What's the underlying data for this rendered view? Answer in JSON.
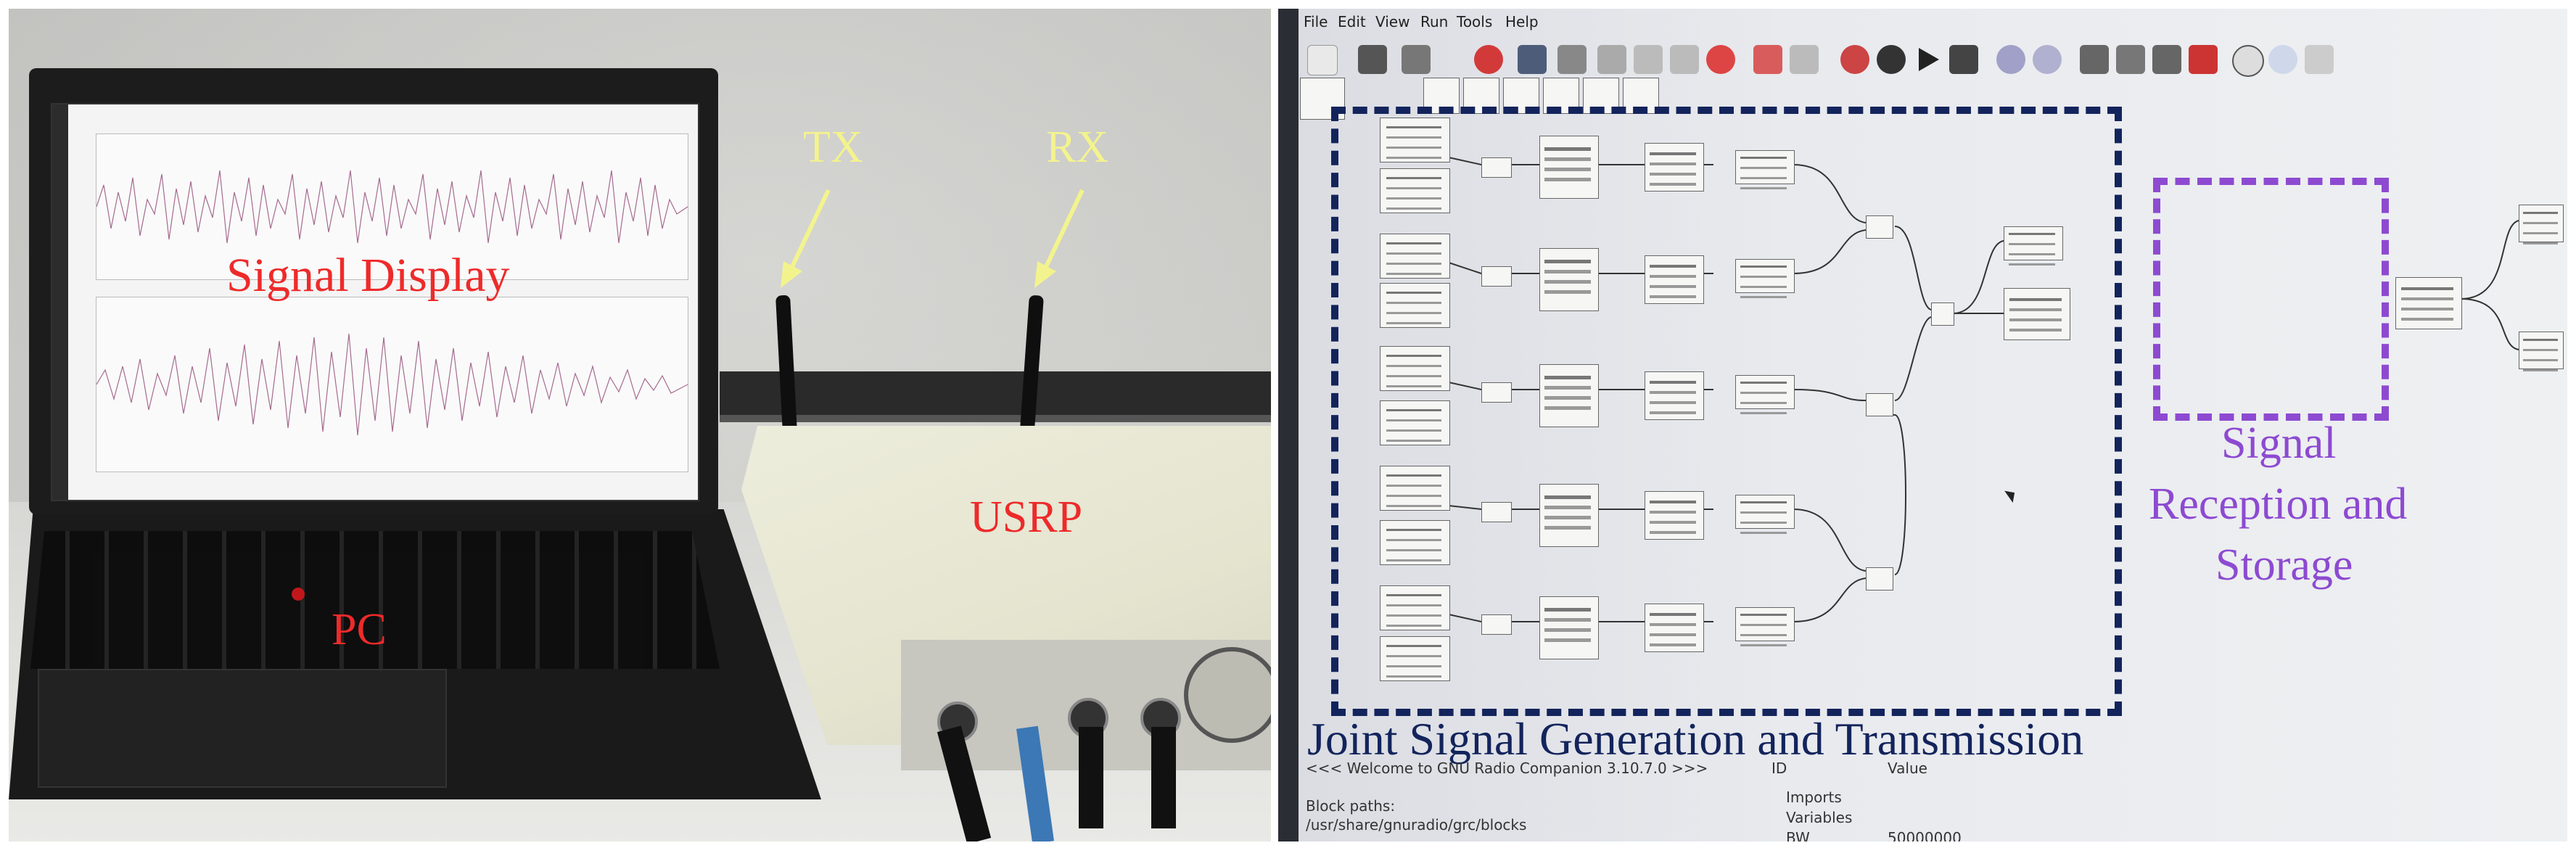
{
  "photo_labels": {
    "signal_display": "Signal Display",
    "tx": "TX",
    "rx": "RX",
    "usrp": "USRP",
    "pc": "PC"
  },
  "grc": {
    "menu": [
      "File",
      "Edit",
      "View",
      "Run",
      "Tools",
      "Help"
    ],
    "tx_region_label": "Joint Signal Generation and Transmission",
    "rx_region_label_line1": "Signal",
    "rx_region_label_line2": "Reception and",
    "rx_region_label_line3": "Storage",
    "console_welcome": "<<< Welcome to GNU Radio Companion 3.10.7.0 >>>",
    "console_block_paths": "Block paths:",
    "console_path": "/usr/share/gnuradio/grc/blocks",
    "prop_col_id": "ID",
    "prop_col_value": "Value",
    "prop_imports": "Imports",
    "prop_variables": "Variables",
    "prop_bw_name": "BW",
    "prop_bw_value": "50000000"
  },
  "colors": {
    "label_red": "#ee2a2a",
    "label_yellow": "#f3f38e",
    "label_navy": "#13245c",
    "label_purple": "#8d4ad1"
  }
}
